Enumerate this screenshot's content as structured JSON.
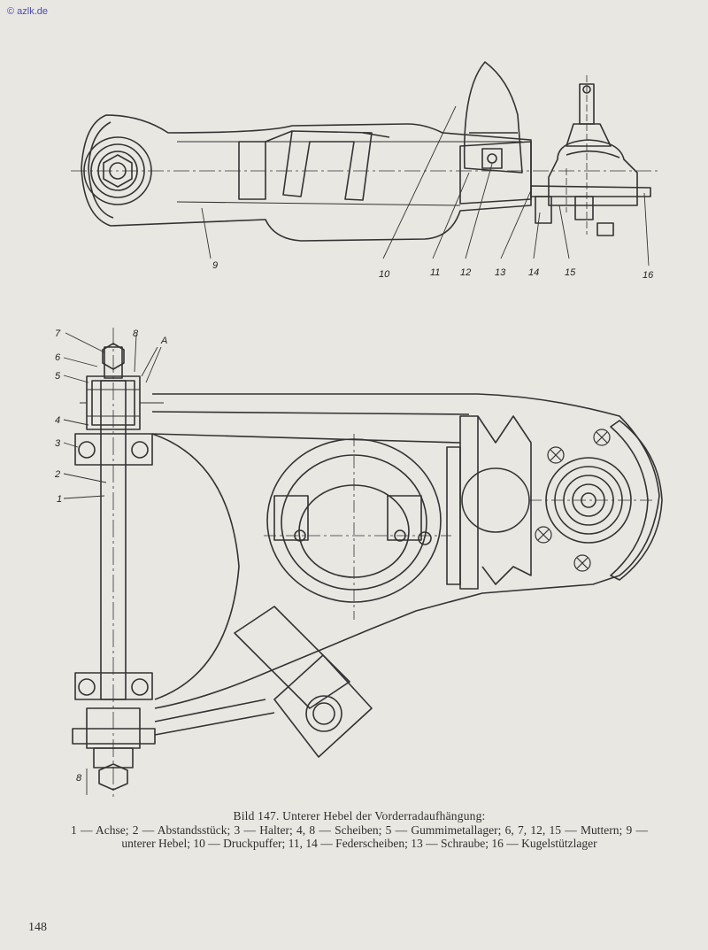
{
  "watermark": "© azlk.de",
  "figure": {
    "top_view_labels": [
      "9",
      "10",
      "11",
      "12",
      "13",
      "14",
      "15",
      "16"
    ],
    "side_view_labels": [
      "7",
      "8",
      "A",
      "6",
      "5",
      "4",
      "3",
      "2",
      "1"
    ],
    "dimension_label": "8"
  },
  "caption": {
    "title": "Bild 147. Unterer Hebel der Vorderradaufhängung:",
    "legend": "1 — Achse; 2 — Abstandsstück; 3 — Halter; 4, 8 — Scheiben; 5 — Gummimetallager; 6, 7, 12, 15 — Muttern; 9 — unterer Hebel; 10 — Druckpuffer; 11, 14 — Federscheiben; 13 — Schraube; 16 — Kugelstützlager"
  },
  "page_number": "148"
}
